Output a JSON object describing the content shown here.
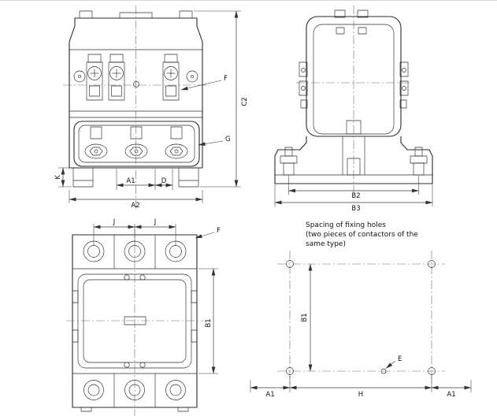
{
  "note": {
    "line1": "Spacing of fixing holes",
    "line2": "(two pieces of contactors of the",
    "line3": "same type)"
  },
  "dims": {
    "front": {
      "c2": "C2",
      "f": "F",
      "g": "G",
      "k": "K",
      "a1": "A1",
      "d": "D",
      "a2": "A2"
    },
    "side": {
      "b2": "B2",
      "b3": "B3"
    },
    "top": {
      "j_left": "J",
      "j_right": "J",
      "f": "F",
      "b1": "B1"
    },
    "holes": {
      "b1": "B1",
      "a1_left": "A1",
      "h": "H",
      "a1_right": "A1",
      "e": "E"
    }
  }
}
